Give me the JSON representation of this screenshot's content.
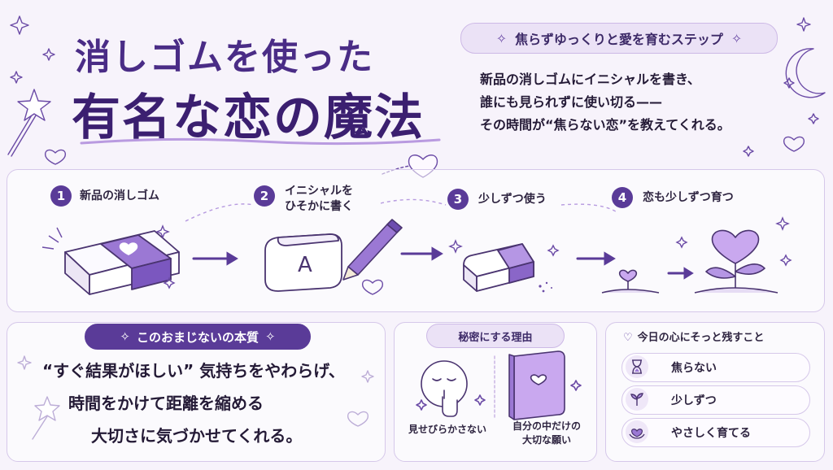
{
  "title": {
    "line1": "消しゴムを使った",
    "line2": "有名な恋の魔法"
  },
  "header_pill": {
    "label": "焦らずゆっくりと愛を育むステップ"
  },
  "intro": {
    "lines": [
      "新品の消しゴムにイニシャルを書き、",
      "誰にも見られずに使い切る——",
      "その時間が“焦らない恋”を教えてくれる。"
    ]
  },
  "steps": [
    {
      "number": "1",
      "label_lines": [
        "新品の消しゴム"
      ],
      "icon": "eraser-heart-icon"
    },
    {
      "number": "2",
      "label_lines": [
        "イニシャルを",
        "ひそかに書く"
      ],
      "icon": "eraser-initial-icon",
      "initial": "A"
    },
    {
      "number": "3",
      "label_lines": [
        "少しずつ使う"
      ],
      "icon": "eraser-worn-icon"
    },
    {
      "number": "4",
      "label_lines": [
        "恋も少しずつ育つ"
      ],
      "icon": "heart-plant-icon"
    }
  ],
  "essence": {
    "pill": "このおまじないの本質",
    "lines": [
      "“すぐ結果がほしい” 気持ちをやわらげ、",
      "時間をかけて距離を縮める",
      "大切さに気づかせてくれる。"
    ]
  },
  "secret": {
    "pill": "秘密にする理由",
    "left_label": "見せびらかさない",
    "right_label_lines": [
      "自分の中だけの",
      "大切な願い"
    ]
  },
  "today": {
    "heading": "今日の心にそっと残すこと",
    "items": [
      {
        "icon": "hourglass-icon",
        "label": "焦らない"
      },
      {
        "icon": "sprout-icon",
        "label": "少しずつ"
      },
      {
        "icon": "hands-heart-icon",
        "label": "やさしく育てる"
      }
    ]
  },
  "colors": {
    "accent": "#5a3b98",
    "light_accent": "#c9b2ea",
    "background": "#f7f3fb"
  }
}
